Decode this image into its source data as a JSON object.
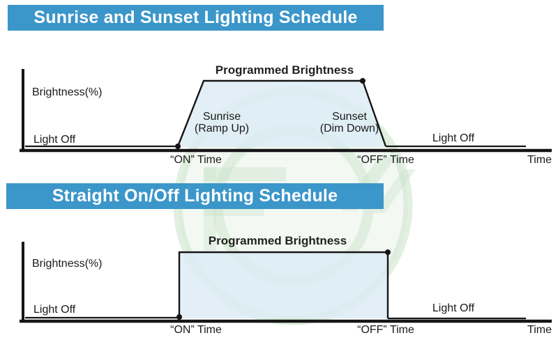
{
  "colors": {
    "header_bg": "#3b96c9",
    "header_text": "#ffffff",
    "fill_light_blue": "#dcebf5",
    "line_black": "#151515",
    "watermark_green": "#cbe3cb"
  },
  "header1": {
    "title": "Sunrise and Sunset Lighting Schedule"
  },
  "header2": {
    "title": "Straight On/Off Lighting Schedule"
  },
  "chart1": {
    "title": "Programmed Brightness",
    "y_axis_label": "Brightness(%)",
    "x_axis_label": "Time",
    "light_off_left": "Light Off",
    "light_off_right": "Light Off",
    "sunrise_label_line1": "Sunrise",
    "sunrise_label_line2": "(Ramp Up)",
    "sunset_label_line1": "Sunset",
    "sunset_label_line2": "(Dim Down)",
    "on_time_label": "“ON” Time",
    "off_time_label": "“OFF” Time"
  },
  "chart2": {
    "title": "Programmed Brightness",
    "y_axis_label": "Brightness(%)",
    "x_axis_label": "Time",
    "light_off_left": "Light Off",
    "light_off_right": "Light Off",
    "on_time_label": "“ON” Time",
    "off_time_label": "“OFF” Time"
  },
  "chart_data": [
    {
      "type": "line",
      "title": "Sunrise and Sunset Lighting Schedule",
      "xlabel": "Time",
      "ylabel": "Brightness(%)",
      "shape": "trapezoid",
      "series": [
        {
          "name": "Brightness",
          "points": [
            {
              "x": "start",
              "y": "Light Off"
            },
            {
              "x": "\"ON\" Time",
              "y": "Light Off"
            },
            {
              "x": "after Sunrise (Ramp Up)",
              "y": "Programmed Brightness"
            },
            {
              "x": "\"OFF\" Time",
              "y": "Programmed Brightness"
            },
            {
              "x": "after Sunset (Dim Down)",
              "y": "Light Off"
            },
            {
              "x": "end",
              "y": "Light Off"
            }
          ]
        }
      ],
      "annotations": [
        "Programmed Brightness",
        "Sunrise (Ramp Up)",
        "Sunset (Dim Down)",
        "Light Off",
        "Light Off"
      ]
    },
    {
      "type": "line",
      "title": "Straight On/Off Lighting Schedule",
      "xlabel": "Time",
      "ylabel": "Brightness(%)",
      "shape": "step",
      "series": [
        {
          "name": "Brightness",
          "points": [
            {
              "x": "start",
              "y": "Light Off"
            },
            {
              "x": "\"ON\" Time",
              "y": "step up to Programmed Brightness"
            },
            {
              "x": "\"OFF\" Time",
              "y": "step down to Light Off"
            },
            {
              "x": "end",
              "y": "Light Off"
            }
          ]
        }
      ],
      "annotations": [
        "Programmed Brightness",
        "Light Off",
        "Light Off"
      ]
    }
  ]
}
